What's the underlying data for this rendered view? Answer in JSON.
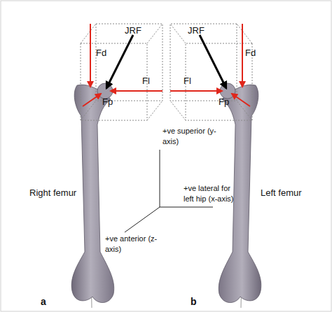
{
  "diagram": {
    "labels": [
      "JRF",
      "Fd",
      "Fl",
      "Fp",
      "JRF",
      "Fd",
      "Fl",
      "Fp",
      "Right femur",
      "+ve superior (y-axis)",
      "+ve lateral for left hip (x-axis)",
      "+ve anterior (z-axis)",
      "Left femur",
      "a",
      "b"
    ]
  }
}
